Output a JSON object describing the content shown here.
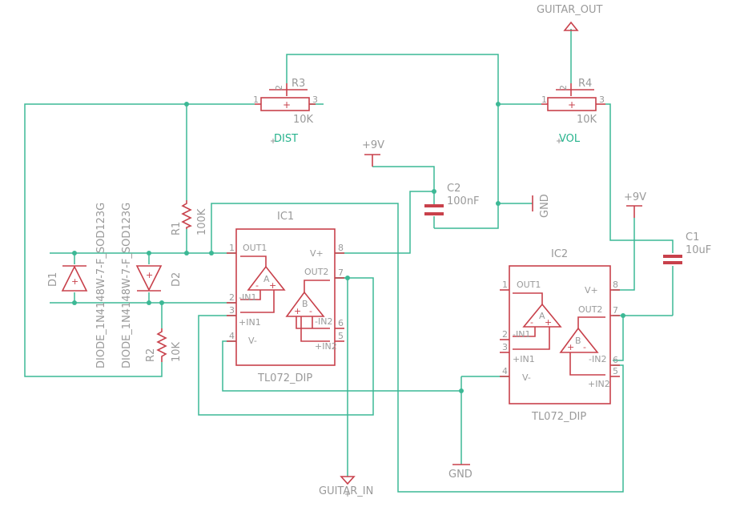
{
  "nets": {
    "guitar_out": "GUITAR_OUT",
    "guitar_in": "GUITAR_IN",
    "vcc_left": "+9V",
    "vcc_right": "+9V",
    "gnd_right": "GND",
    "gnd_bottom": "GND"
  },
  "components": {
    "r1": {
      "name": "R1",
      "value": "100K"
    },
    "r2": {
      "name": "R2",
      "value": "10K"
    },
    "r3": {
      "name": "R3",
      "value": "10K",
      "label": "DIST"
    },
    "r4": {
      "name": "R4",
      "value": "10K",
      "label": "VOL"
    },
    "c1": {
      "name": "C1",
      "value": "10uF"
    },
    "c2": {
      "name": "C2",
      "value": "100nF"
    },
    "d1": {
      "name": "D1",
      "part": "DIODE_1N4148W-7-F_SOD123G"
    },
    "d2": {
      "name": "D2",
      "part": "DIODE_1N4148W-7-F_SOD123G"
    },
    "ic1": {
      "name": "IC1",
      "part": "TL072_DIP"
    },
    "ic2": {
      "name": "IC2",
      "part": "TL072_DIP"
    }
  },
  "ic_pins": {
    "p1": "1",
    "p2": "2",
    "p3": "3",
    "p4": "4",
    "p5": "5",
    "p6": "6",
    "p7": "7",
    "p8": "8",
    "out1": "OUT1",
    "in1n": "-IN1",
    "in1p": "+IN1",
    "vneg": "V-",
    "vpos": "V+",
    "out2": "OUT2",
    "in2n": "-IN2",
    "in2p": "+IN2",
    "unit_a": "A",
    "unit_b": "B"
  },
  "pot_pins": {
    "p1": "1",
    "p2": "2",
    "p3": "3"
  },
  "colors": {
    "wire": "#3cb895",
    "symbol": "#c8414b",
    "text": "#9a9a9a",
    "label": "#27b38d"
  }
}
